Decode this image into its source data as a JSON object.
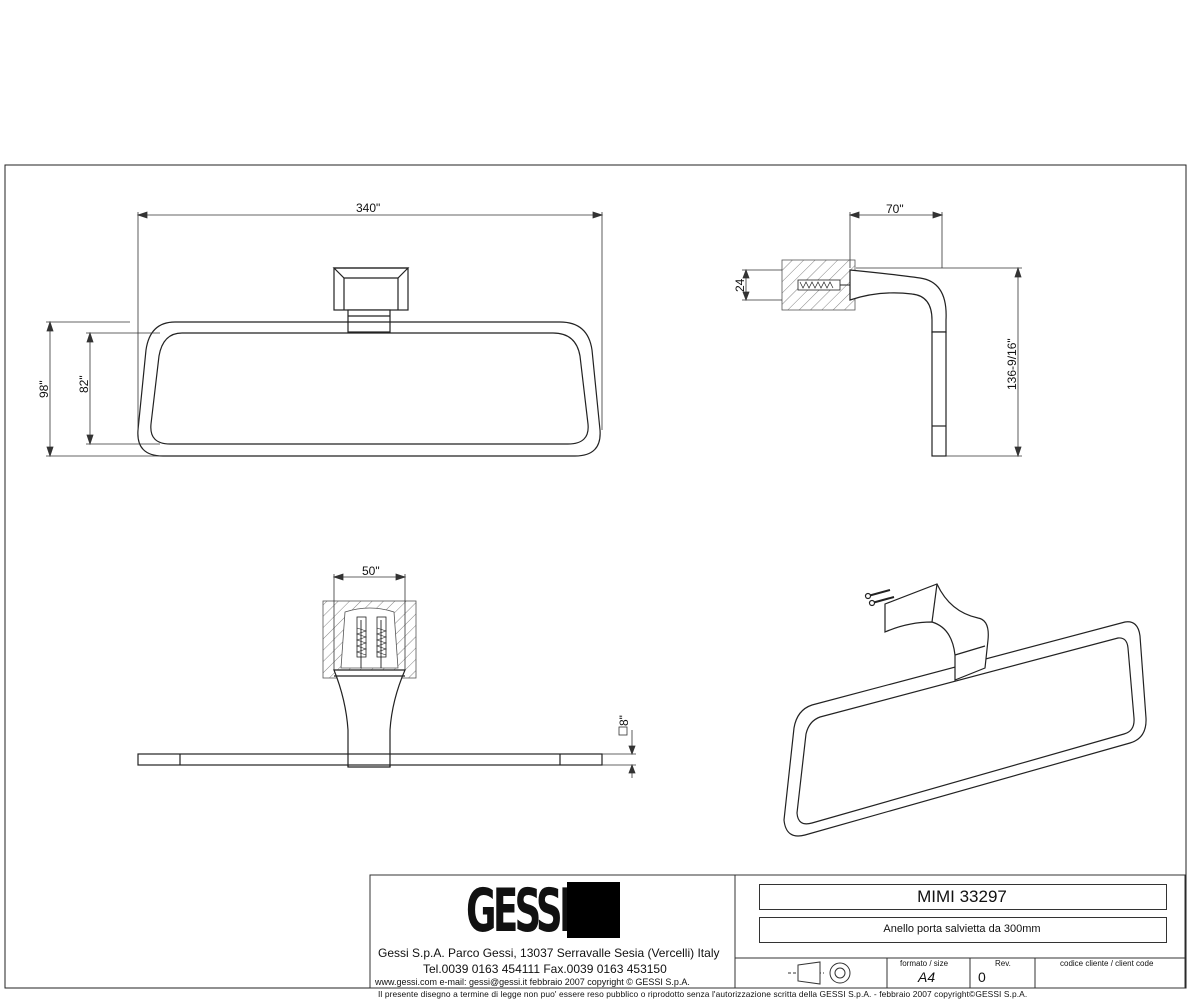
{
  "dimensions": {
    "width_front": "340\"",
    "height_outer": "98\"",
    "height_inner": "82\"",
    "side_depth": "70\"",
    "side_plate": "24",
    "side_height": "136-9/16\"",
    "top_width": "50\"",
    "top_thickness": "8\""
  },
  "title_block": {
    "company": "Gessi S.p.A. Parco Gessi, 13037 Serravalle Sesia (Vercelli) Italy",
    "phone": "Tel.0039 0163 454111 Fax.0039 0163 453150",
    "web": "www.gessi.com e-mail: gessi@gessi.it febbraio 2007 copyright © GESSI S.p.A.",
    "model": "MIMI 33297",
    "description": "Anello porta salvietta da 300mm",
    "format_label": "formato / size",
    "format_value": "A4",
    "rev_label": "Rev.",
    "rev_value": "0",
    "client_code_label": "codice cliente / client code",
    "legal": "Il presente disegno a termine di legge non puo' essere reso pubblico o riprodotto senza l'autorizzazione scritta della GESSI S.p.A. - febbraio 2007 copyright©GESSI S.p.A."
  },
  "icons": {
    "logo": "gessi-logo",
    "projection": "projection-symbol-icon"
  }
}
